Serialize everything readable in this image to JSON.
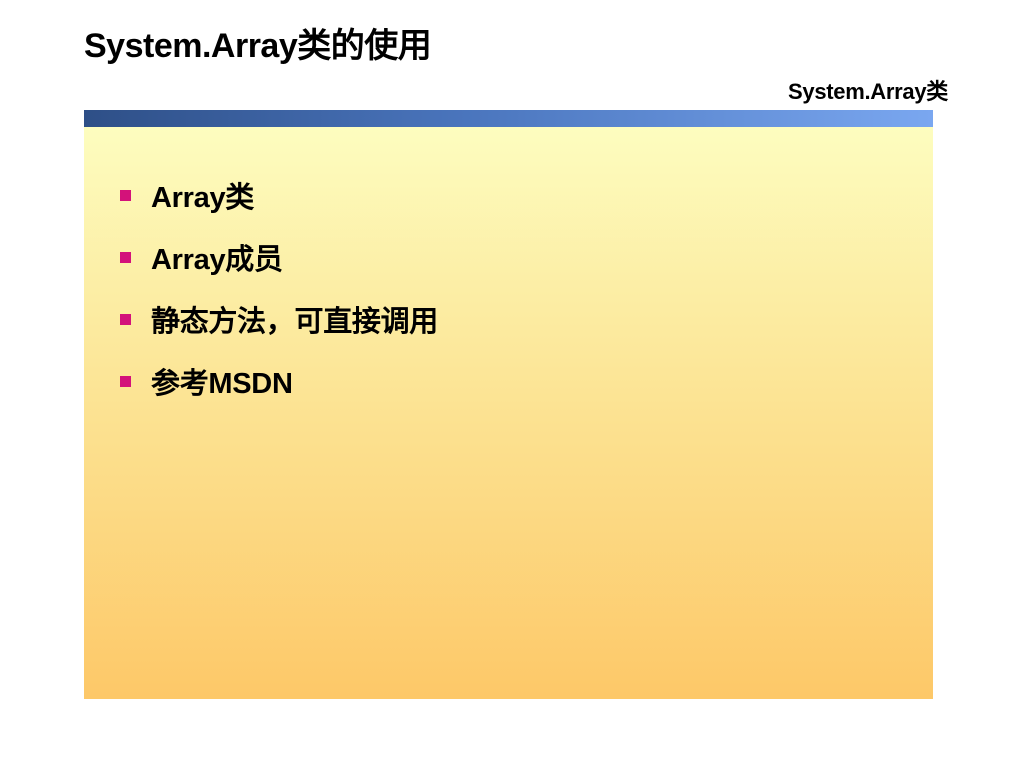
{
  "slide": {
    "title": "System.Array类的使用",
    "section_label": "System.Array类",
    "colors": {
      "header_bar_start": "#2e4f87",
      "header_bar_end": "#7aa7f0",
      "panel_top": "#fdfdbf",
      "panel_bottom": "#fdc868",
      "bullet_marker": "#d3127a"
    },
    "bullets": [
      {
        "text": "Array类"
      },
      {
        "text": "Array成员"
      },
      {
        "text": "静态方法，可直接调用"
      },
      {
        "text": "参考MSDN"
      }
    ]
  }
}
